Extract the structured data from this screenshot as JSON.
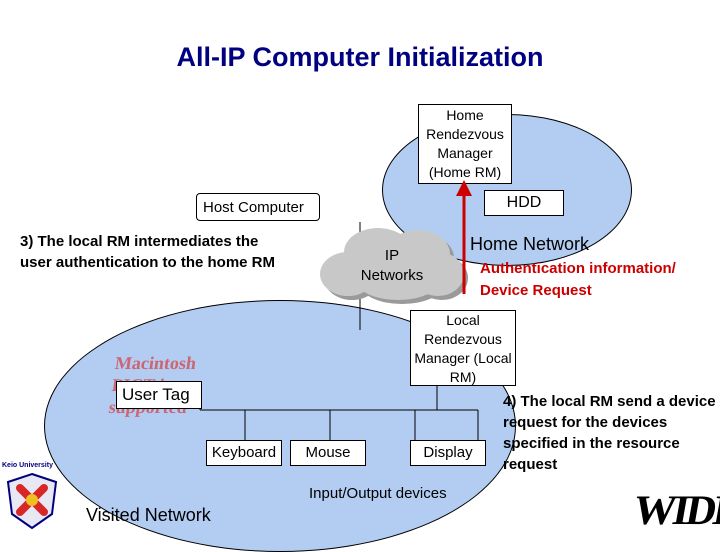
{
  "title": "All-IP Computer Initialization",
  "home_rm": "Home Rendezvous Manager (Home RM)",
  "hdd": "HDD",
  "host_computer": "Host Computer",
  "step3": "3) The local RM intermediates the user authentication to the home RM",
  "ip_networks": "IP Networks",
  "home_network": "Home Network",
  "auth_info": "Authentication information/ Device Request",
  "local_rm": "Local Rendezvous Manager (Local RM)",
  "user_tag": "User Tag",
  "placeholder_note": "Macintosh PICT is not supported",
  "devices": {
    "keyboard": "Keyboard",
    "mouse": "Mouse",
    "display": "Display"
  },
  "io_devices": "Input/Output devices",
  "step4": "4) The local RM send a device request for the devices specified in the resource request",
  "visited_network": "Visited Network",
  "logo_keio": "Keio University",
  "logo_wide": "WIDE",
  "colors": {
    "title": "#000080",
    "network_fill": "#b3cdf2",
    "accent_red": "#cc0000",
    "cloud": "#c8c8c8"
  }
}
